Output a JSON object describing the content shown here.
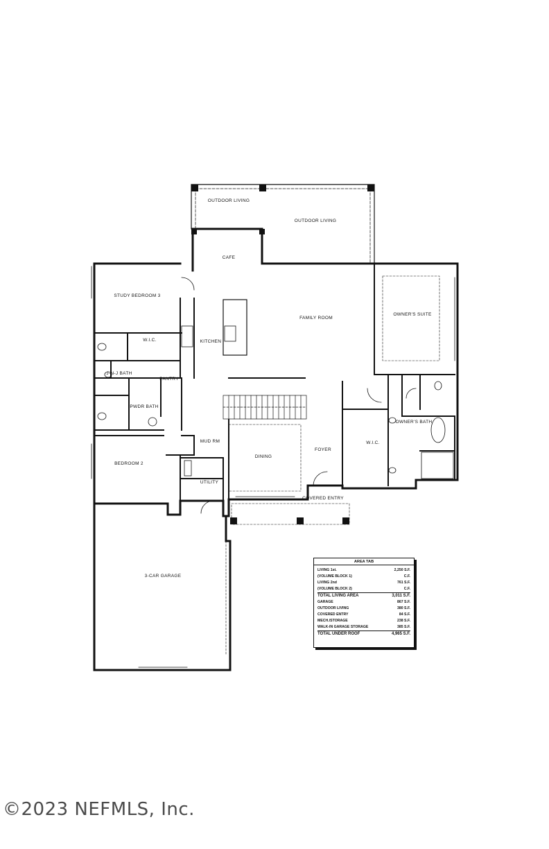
{
  "rooms": {
    "outdoor_living_1": {
      "name": "OUTDOOR LIVING",
      "sub1": "",
      "sub2": ""
    },
    "outdoor_living_2": {
      "name": "OUTDOOR LIVING",
      "sub1": "",
      "sub2": ""
    },
    "cafe": {
      "name": "CAFE",
      "sub1": ""
    },
    "study": {
      "name": "STUDY BEDROOM 3",
      "sub1": ""
    },
    "family": {
      "name": "FAMILY ROOM",
      "sub1": ""
    },
    "owners_suite": {
      "name": "OWNER'S SUITE",
      "sub1": ""
    },
    "kitchen": {
      "name": "KITCHEN",
      "sub1": ""
    },
    "wic_1": {
      "name": "W.I.C."
    },
    "jj_bath": {
      "name": "J-N-J BATH"
    },
    "pantry": {
      "name": "PANTRY"
    },
    "powder_bath": {
      "name": "PWDR BATH"
    },
    "owners_bath": {
      "name": "OWNER'S BATH"
    },
    "wic_2": {
      "name": "W.I.C."
    },
    "mud_rm": {
      "name": "MUD RM"
    },
    "bedroom_2": {
      "name": "BEDROOM 2",
      "sub1": ""
    },
    "dining": {
      "name": "DINING",
      "sub1": ""
    },
    "foyer": {
      "name": "FOYER",
      "sub1": ""
    },
    "utility": {
      "name": "UTILITY"
    },
    "covered_entry": {
      "name": "COVERED ENTRY",
      "sub1": ""
    },
    "garage": {
      "name": "3-CAR GARAGE",
      "sub1": ""
    }
  },
  "area_tab": {
    "title": "AREA TAB",
    "rows": [
      {
        "label": "LIVING 1st.",
        "value": "2,250 S.F."
      },
      {
        "label": "(VOLUME BLOCK 1)",
        "value": "C.F."
      },
      {
        "label": "LIVING 2nd",
        "value": "761 S.F."
      },
      {
        "label": "(VOLUME BLOCK 2)",
        "value": "C.F."
      },
      {
        "label": "TOTAL LIVING AREA",
        "value": "3,011 S.F."
      },
      {
        "label": "GARAGE",
        "value": "867 S.F."
      },
      {
        "label": "OUTDOOR LIVING",
        "value": "380 S.F."
      },
      {
        "label": "COVERED ENTRY",
        "value": "84 S.F."
      },
      {
        "label": "MECH./STORAGE",
        "value": "238 S.F."
      },
      {
        "label": "WALK-IN GARAGE STORAGE",
        "value": "385 S.F."
      },
      {
        "label": "TOTAL UNDER ROOF",
        "value": "4,965 S.F."
      }
    ]
  },
  "copyright": "©2023 NEFMLS, Inc."
}
